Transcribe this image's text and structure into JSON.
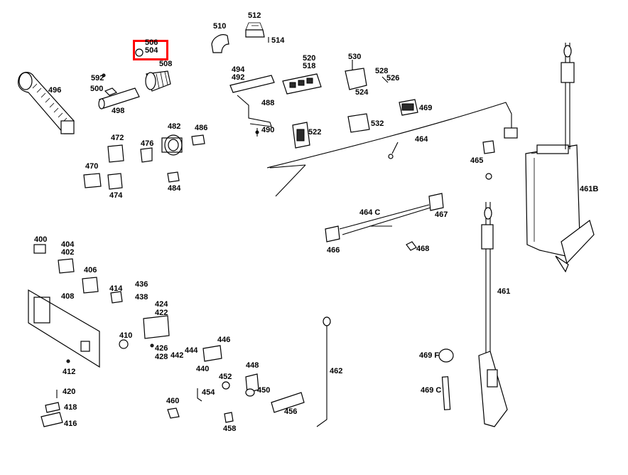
{
  "labels": {
    "p400": "400",
    "p402": "402",
    "p404": "404",
    "p406": "406",
    "p408": "408",
    "p410": "410",
    "p412": "412",
    "p414": "414",
    "p416": "416",
    "p418": "418",
    "p420": "420",
    "p422": "422",
    "p424": "424",
    "p426": "426",
    "p428": "428",
    "p436": "436",
    "p438": "438",
    "p440": "440",
    "p442": "442",
    "p444": "444",
    "p446": "446",
    "p448": "448",
    "p450": "450",
    "p452": "452",
    "p454": "454",
    "p456": "456",
    "p458": "458",
    "p460": "460",
    "p461": "461",
    "p461b": "461B",
    "p462": "462",
    "p464": "464",
    "p464c": "464 C",
    "p465": "465",
    "p466": "466",
    "p467": "467",
    "p468": "468",
    "p469": "469",
    "p469c": "469 C",
    "p469f": "469 F",
    "p470": "470",
    "p472": "472",
    "p474": "474",
    "p476": "476",
    "p482": "482",
    "p484": "484",
    "p486": "486",
    "p488": "488",
    "p490": "490",
    "p492": "492",
    "p494": "494",
    "p496": "496",
    "p498": "498",
    "p500": "500",
    "p504": "504",
    "p506": "506",
    "p508": "508",
    "p510": "510",
    "p512": "512",
    "p514": "514",
    "p518": "518",
    "p520": "520",
    "p522": "522",
    "p524": "524",
    "p526": "526",
    "p528": "528",
    "p530": "530",
    "p532": "532",
    "p592": "592"
  },
  "highlight": {
    "color": "#ff0000",
    "target": "504"
  }
}
